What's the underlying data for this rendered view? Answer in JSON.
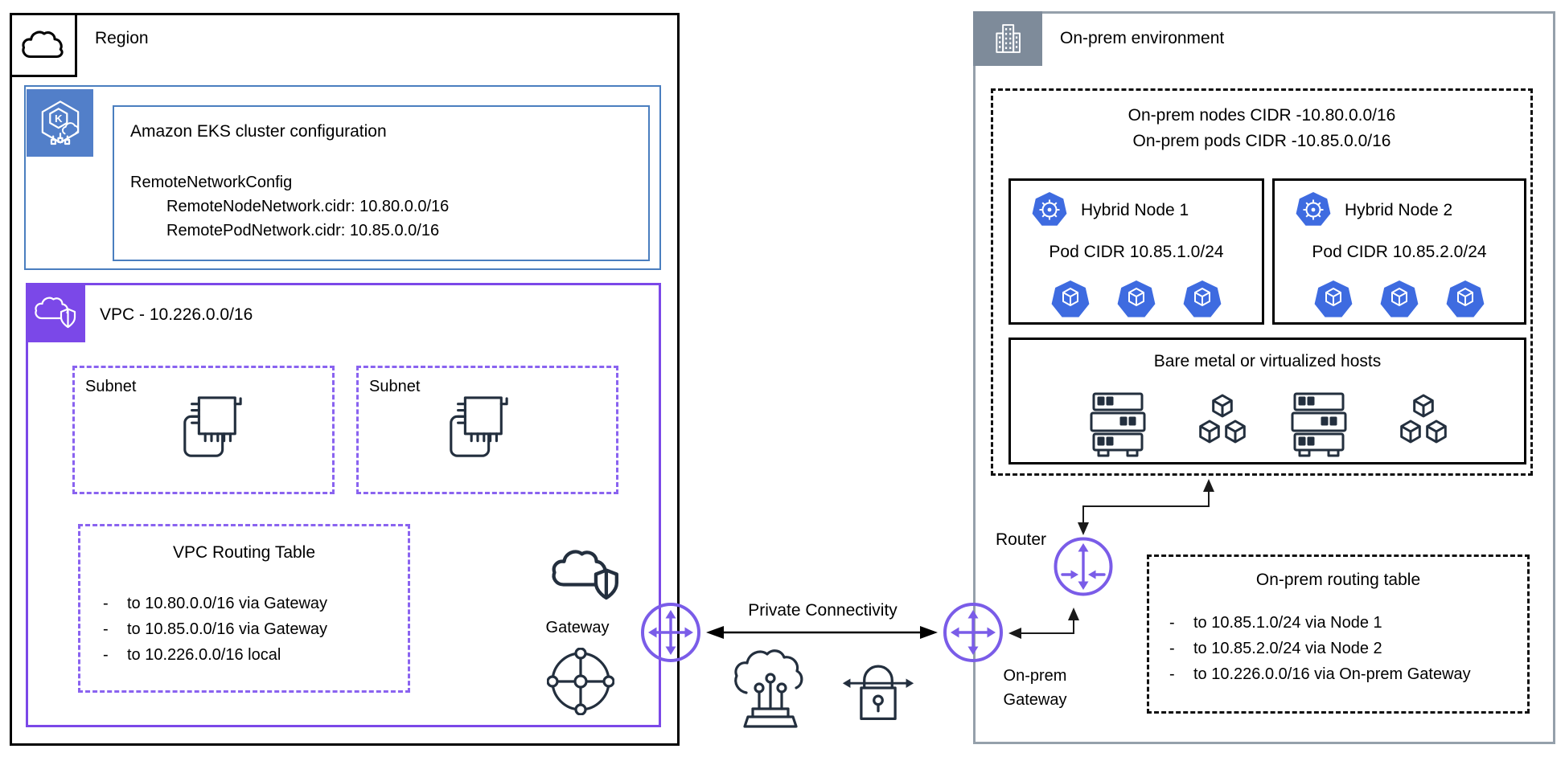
{
  "colors": {
    "region_border": "#000000",
    "eks_border_blue": "#4a7ebf",
    "eks_icon_bg": "#527fc9",
    "vpc_purple": "#7b48e8",
    "subnet_dash_purple": "#8a63f0",
    "gateway_circle_purple": "#7a5ce8",
    "onprem_border_gray": "#95a0ab",
    "onprem_icon_bg": "#7e8b9a",
    "icon_navy": "#232f3e",
    "k8s_blue": "#3e6be0"
  },
  "region": {
    "label": "Region",
    "eks": {
      "title": "Amazon EKS cluster configuration",
      "config_name": "RemoteNetworkConfig",
      "node_network": "RemoteNodeNetwork.cidr: 10.80.0.0/16",
      "pod_network": "RemotePodNetwork.cidr: 10.85.0.0/16"
    },
    "vpc": {
      "label": "VPC - 10.226.0.0/16",
      "subnet1_label": "Subnet",
      "subnet2_label": "Subnet",
      "routing_table": {
        "title": "VPC Routing Table",
        "bullet": "-",
        "routes": [
          "to 10.80.0.0/16 via Gateway",
          "to 10.85.0.0/16 via Gateway",
          "to 10.226.0.0/16 local"
        ]
      },
      "gateway_label": "Gateway"
    }
  },
  "connectivity": {
    "label": "Private Connectivity"
  },
  "onprem": {
    "label": "On-prem environment",
    "router_label": "Router",
    "gateway_label_line1": "On-prem",
    "gateway_label_line2": "Gateway",
    "nodes_group": {
      "cidr_line1": "On-prem nodes CIDR -10.80.0.0/16",
      "cidr_line2": "On-prem pods CIDR -10.85.0.0/16",
      "node1": {
        "title": "Hybrid Node 1",
        "pod_cidr": "Pod CIDR 10.85.1.0/24"
      },
      "node2": {
        "title": "Hybrid Node 2",
        "pod_cidr": "Pod CIDR 10.85.2.0/24"
      },
      "hosts_label": "Bare metal or virtualized hosts"
    },
    "routing_table": {
      "title": "On-prem routing table",
      "bullet": "-",
      "routes": [
        "to 10.85.1.0/24 via Node 1",
        "to 10.85.2.0/24 via Node 2",
        "to 10.226.0.0/16 via On-prem Gateway"
      ]
    }
  }
}
